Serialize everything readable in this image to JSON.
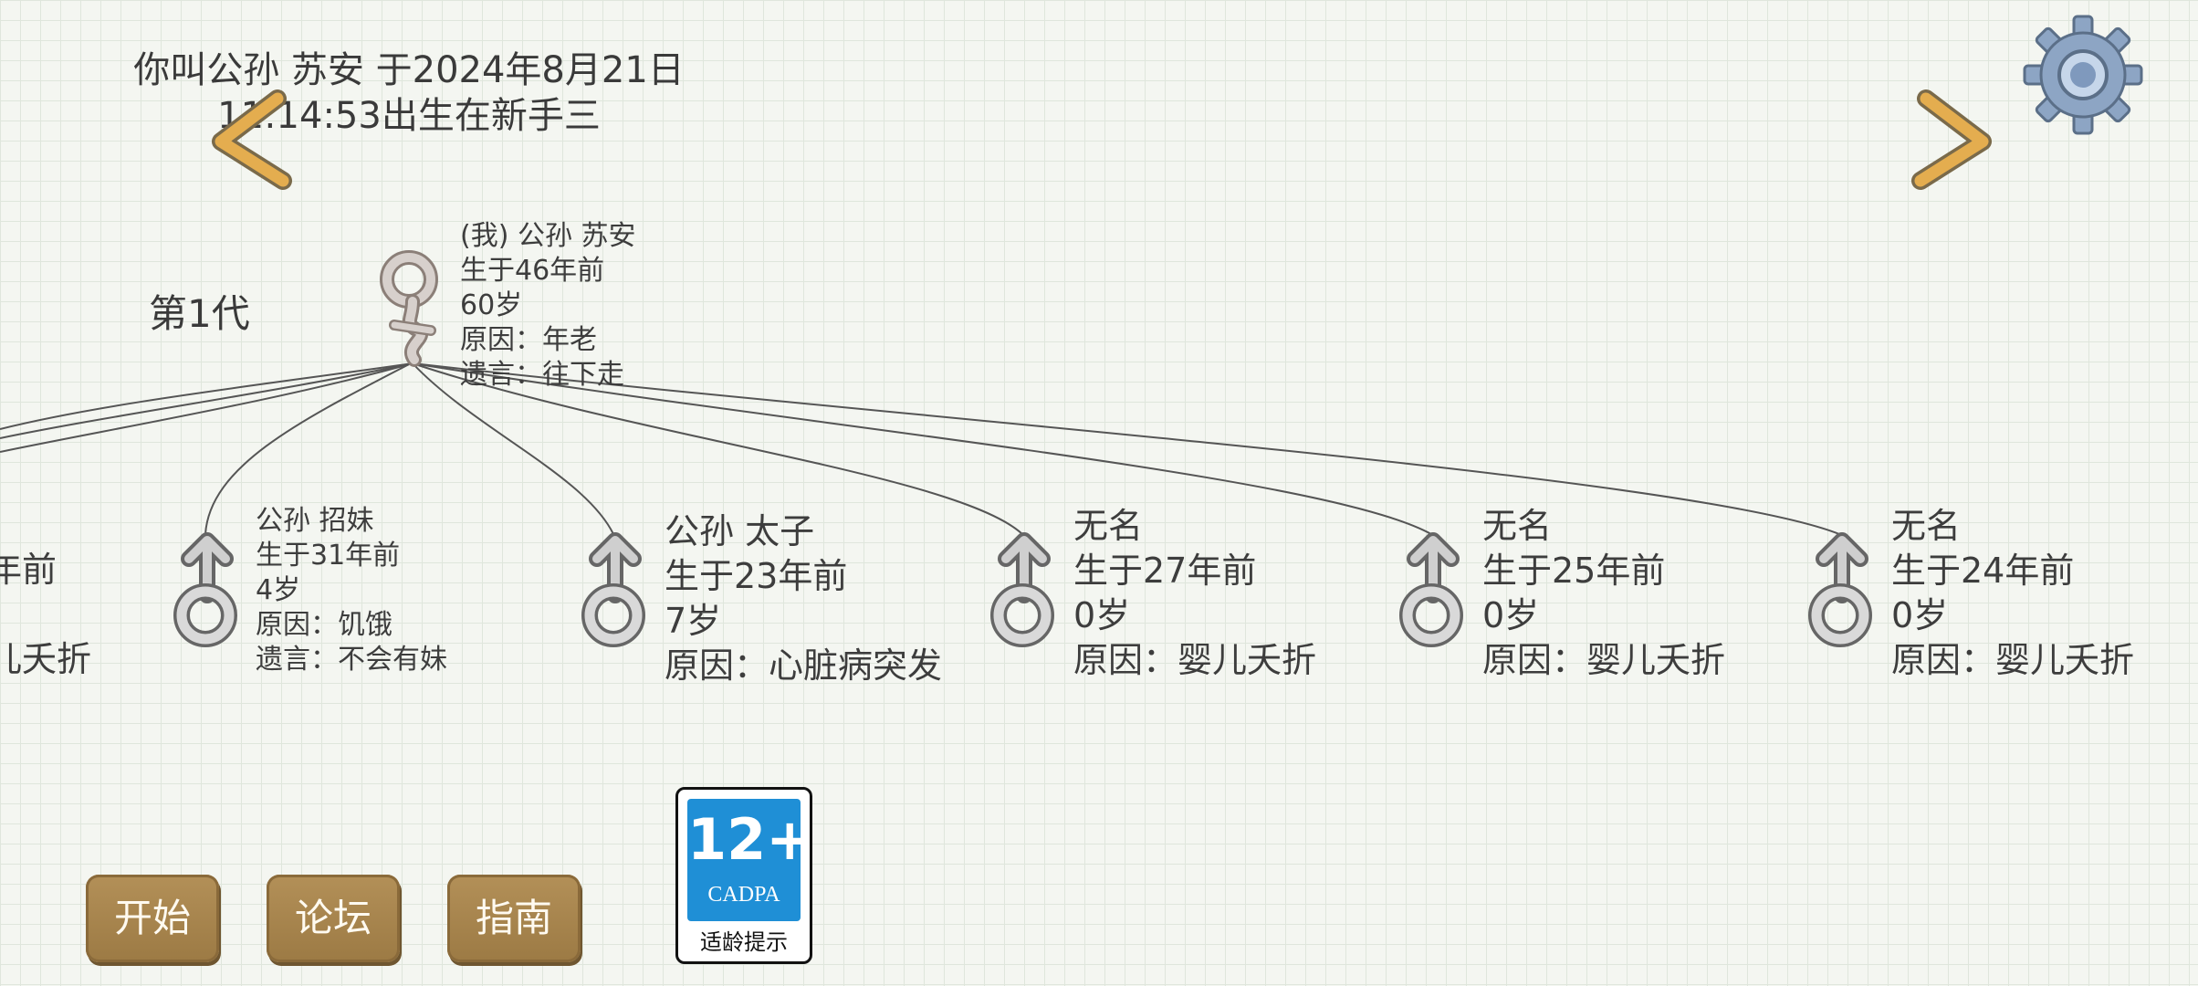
{
  "intro": {
    "line1": "你叫公孙 苏安 于2024年8月21日",
    "line2": "11:14:53出生在新手三"
  },
  "generation_label": "第1代",
  "me": {
    "lines": [
      "(我) 公孙 苏安",
      "生于46年前",
      "60岁",
      "原因：年老",
      "遗言：往下走"
    ],
    "icon": "female-symbol-icon"
  },
  "partial_child": {
    "lines": [
      "年前",
      "儿夭折"
    ]
  },
  "children": [
    {
      "lines": [
        "公孙 招妹",
        "生于31年前",
        "4岁",
        "原因：饥饿",
        "遗言：不会有妹"
      ],
      "icon": "male-symbol-icon"
    },
    {
      "lines": [
        "公孙 太子",
        "生于23年前",
        "7岁",
        "原因：心脏病突发"
      ],
      "icon": "male-symbol-icon"
    },
    {
      "lines": [
        "无名",
        "生于27年前",
        "0岁",
        "原因：婴儿夭折"
      ],
      "icon": "male-symbol-icon"
    },
    {
      "lines": [
        "无名",
        "生于25年前",
        "0岁",
        "原因：婴儿夭折"
      ],
      "icon": "male-symbol-icon"
    },
    {
      "lines": [
        "无名",
        "生于24年前",
        "0岁",
        "原因：婴儿夭折"
      ],
      "icon": "male-symbol-icon"
    }
  ],
  "buttons": {
    "start": "开始",
    "forum": "论坛",
    "guide": "指南"
  },
  "age_rating": {
    "number": "12+",
    "org": "CADPA",
    "tip": "适龄提示",
    "color": "#1f8fd6"
  },
  "colors": {
    "button": "#a88750",
    "arrow": "#e4ad4f"
  }
}
